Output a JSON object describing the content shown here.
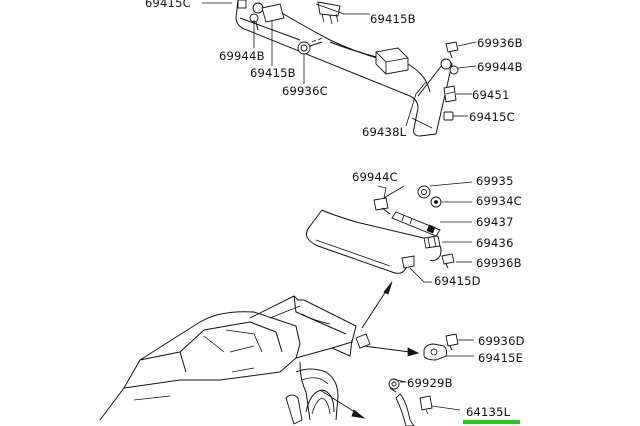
{
  "labels": {
    "l_69415c_top": "69415C",
    "l_69944b_left": "69944B",
    "l_69415b_mid": "69415B",
    "l_69415b_top": "69415B",
    "l_69936c": "69936C",
    "l_69936b_top": "69936B",
    "l_69944b_right": "69944B",
    "l_69451": "69451",
    "l_69415c_right": "69415C",
    "l_69438l": "69438L",
    "l_69944c": "69944C",
    "l_69935": "69935",
    "l_69934c": "69934C",
    "l_69437": "69437",
    "l_69436": "69436",
    "l_69936b_mid": "69936B",
    "l_69415d": "69415D",
    "l_69936d": "69936D",
    "l_69415e": "69415E",
    "l_69929b": "69929B",
    "l_64135l": "64135L"
  },
  "colors": {
    "line": "#111111",
    "highlight": "#22cc22",
    "background": "#ffffff"
  }
}
